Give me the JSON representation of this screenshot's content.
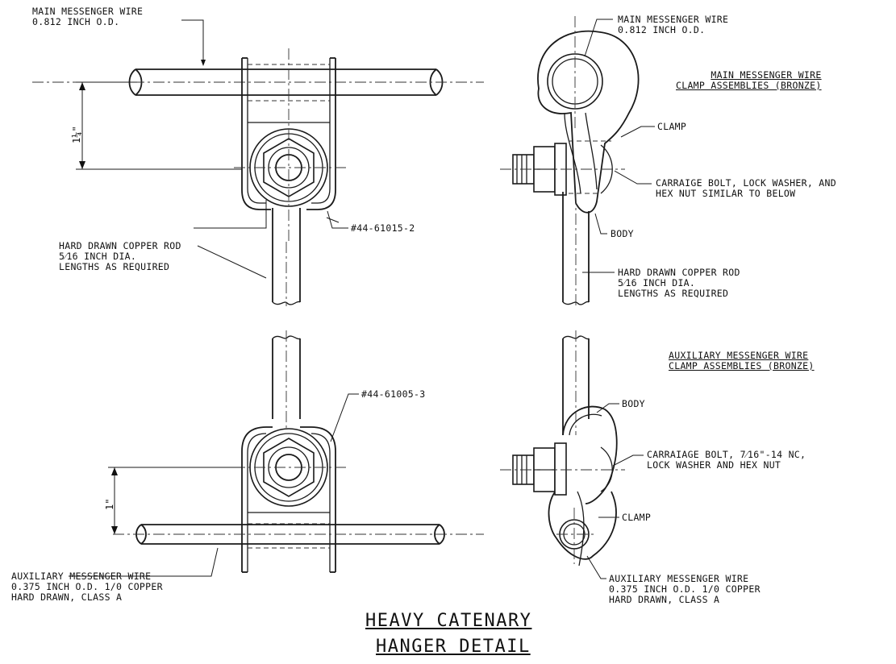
{
  "top_left": {
    "main_wire_label": "MAIN MESSENGER WIRE",
    "main_wire_od": "0.812 INCH O.D.",
    "dimension": "1¼\"",
    "part_number": "#44-61015-2",
    "rod_line1": "HARD DRAWN COPPER ROD",
    "rod_line2": "5⁄16 INCH DIA.",
    "rod_line3": "LENGTHS AS REQUIRED"
  },
  "top_right": {
    "main_wire_label": "MAIN MESSENGER WIRE",
    "main_wire_od": "0.812 INCH O.D.",
    "heading_line1": "MAIN MESSENGER WIRE",
    "heading_line2": "CLAMP ASSEMBLIES (BRONZE)",
    "clamp": "CLAMP",
    "bolt_line1": "CARRAIGE BOLT, LOCK WASHER, AND",
    "bolt_line2": "HEX NUT SIMILAR TO BELOW",
    "body": "BODY",
    "rod_line1": "HARD DRAWN COPPER ROD",
    "rod_line2": "5⁄16 INCH DIA.",
    "rod_line3": "LENGTHS AS REQUIRED"
  },
  "bottom_left": {
    "part_number": "#44-61005-3",
    "dimension": "1\"",
    "aux_line1": "AUXILIARY MESSENGER WIRE",
    "aux_line2": "0.375 INCH O.D. 1/0 COPPER",
    "aux_line3": "HARD DRAWN, CLASS A"
  },
  "bottom_right": {
    "heading_line1": "AUXILIARY MESSENGER WIRE",
    "heading_line2": "CLAMP ASSEMBLIES (BRONZE)",
    "body": "BODY",
    "bolt_line1": "CARRAIAGE BOLT, 7⁄16\"-14 NC,",
    "bolt_line2": "LOCK WASHER AND HEX NUT",
    "clamp": "CLAMP",
    "aux_line1": "AUXILIARY MESSENGER WIRE",
    "aux_line2": "0.375 INCH O.D. 1/0 COPPER",
    "aux_line3": "HARD DRAWN, CLASS A"
  },
  "title": {
    "line1": "HEAVY CATENARY",
    "line2": "HANGER DETAIL"
  }
}
